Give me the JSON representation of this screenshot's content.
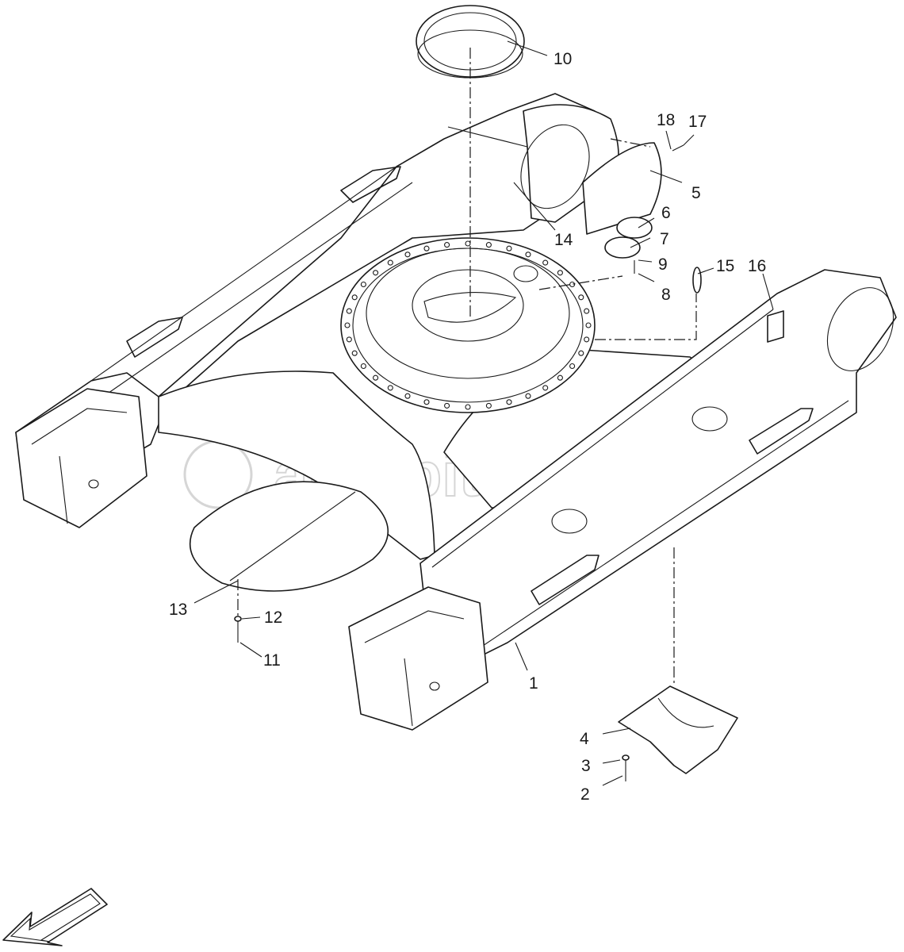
{
  "watermark": "autopiter.ru",
  "callouts": [
    "1",
    "2",
    "3",
    "4",
    "5",
    "6",
    "7",
    "8",
    "9",
    "10",
    "11",
    "12",
    "13",
    "14",
    "15",
    "16",
    "17",
    "18"
  ],
  "direction_arrow": "front-direction-arrow"
}
